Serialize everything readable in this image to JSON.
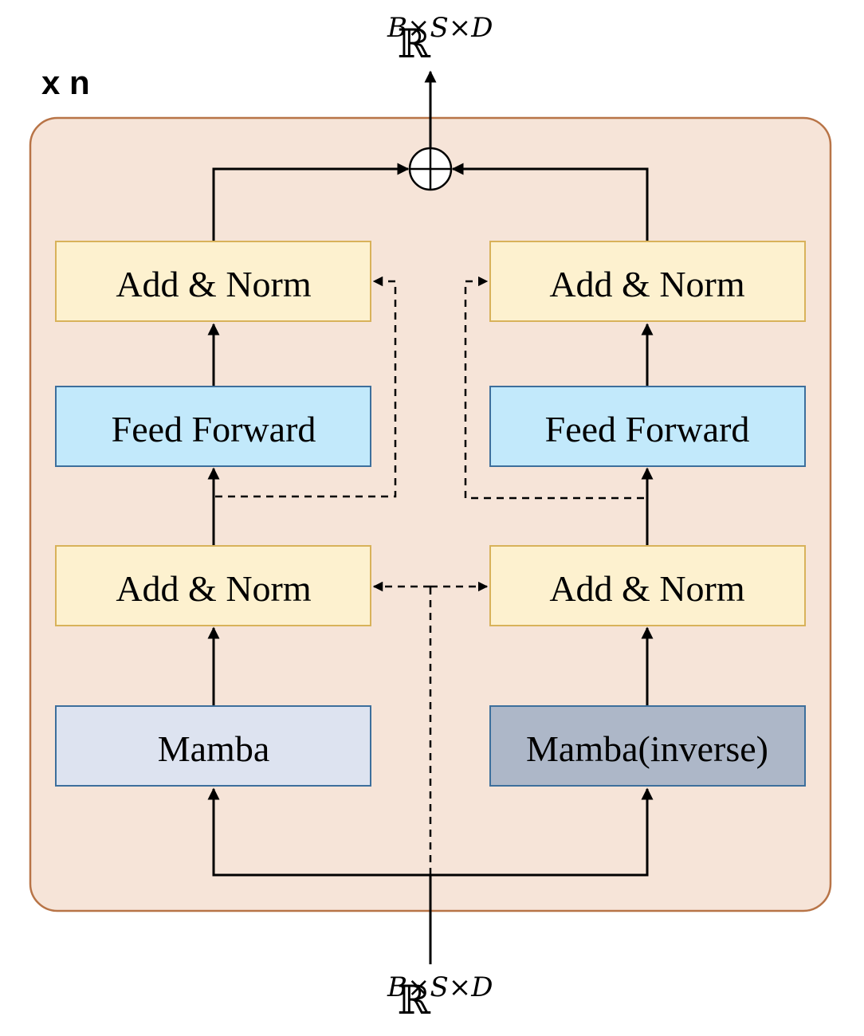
{
  "repeat_label": "x n",
  "output_shape": {
    "base": "ℝ",
    "sup": "B×S×D"
  },
  "input_shape": {
    "base": "ℝ",
    "sup": "B×S×D"
  },
  "left_branch": {
    "add_norm_top": "Add & Norm",
    "feed_forward": "Feed Forward",
    "add_norm_bottom": "Add & Norm",
    "mamba": "Mamba"
  },
  "right_branch": {
    "add_norm_top": "Add & Norm",
    "feed_forward": "Feed Forward",
    "add_norm_bottom": "Add & Norm",
    "mamba": "Mamba(inverse)"
  },
  "colors": {
    "container_fill": "#f6e4d8",
    "container_stroke": "#b87447",
    "add_norm_fill": "#fdf1cf",
    "add_norm_stroke": "#d8b25a",
    "feed_forward_fill": "#c2e9fb",
    "feed_forward_stroke": "#3d6f9c",
    "mamba_fill": "#dde3f0",
    "mamba_stroke": "#3d6f9c",
    "mamba_inverse_fill": "#adb7c8",
    "mamba_inverse_stroke": "#3d6f9c"
  }
}
